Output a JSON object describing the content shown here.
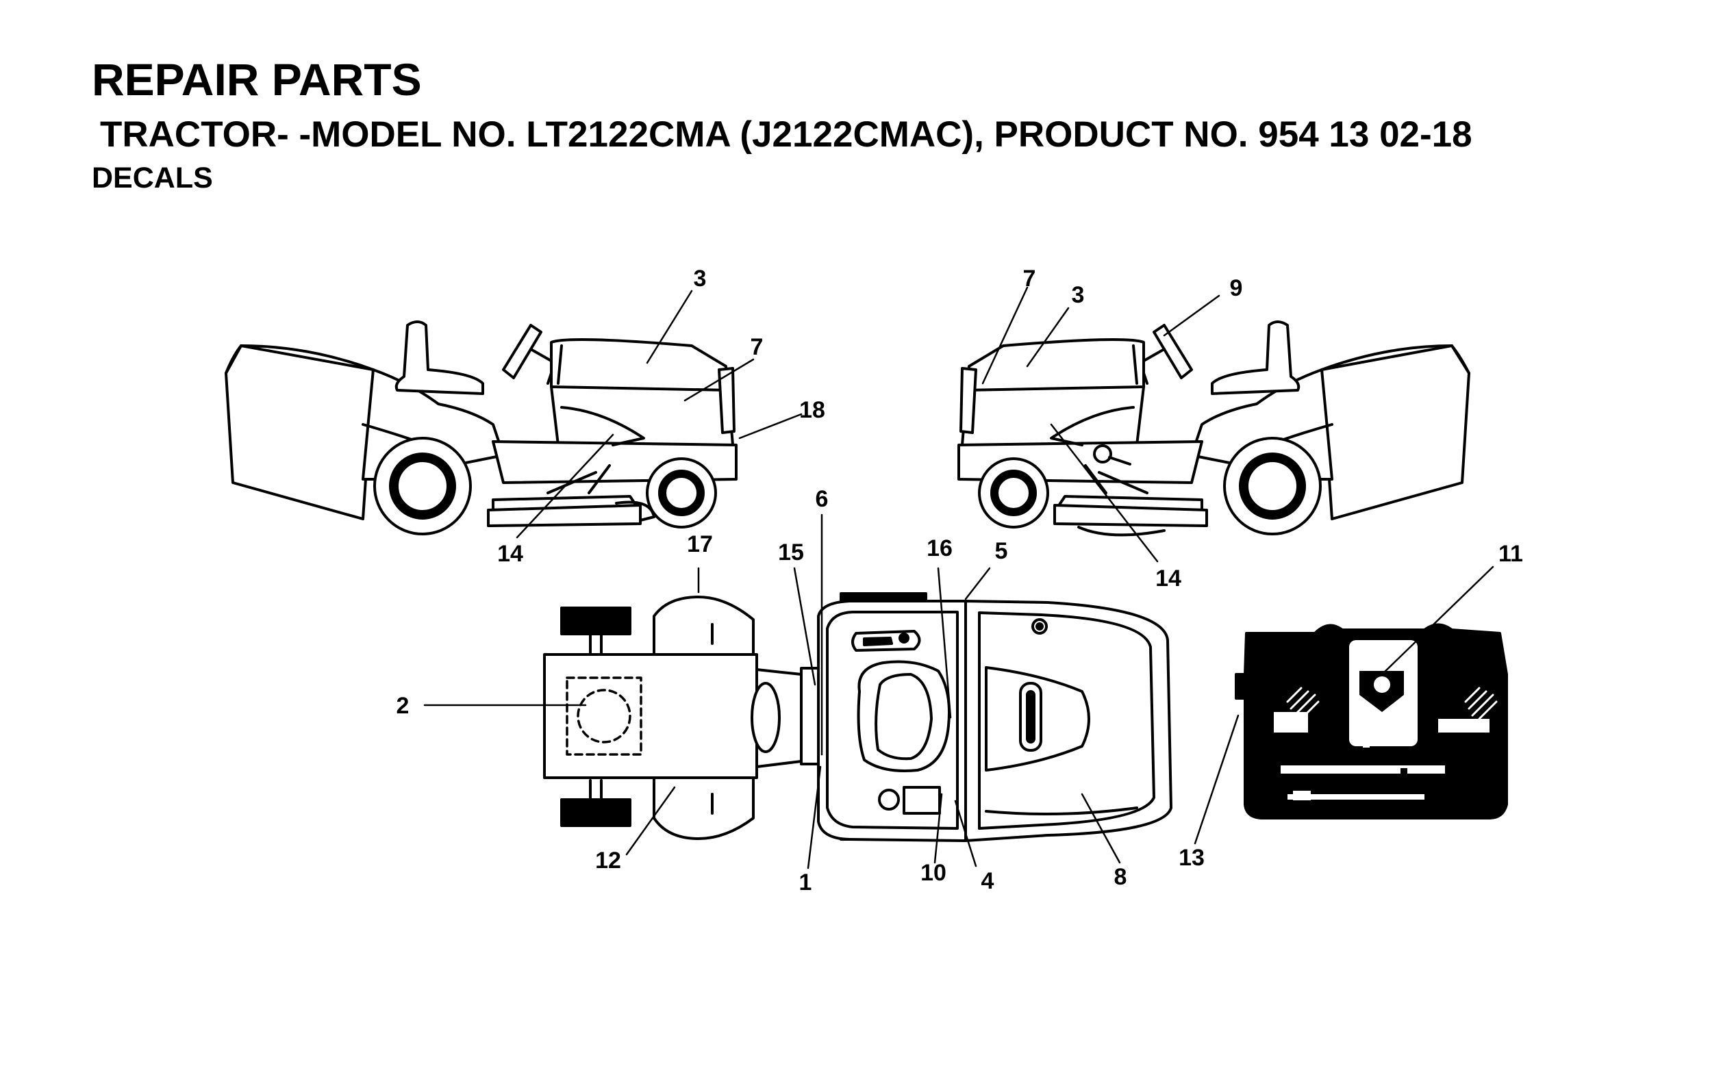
{
  "header": {
    "title": "REPAIR PARTS",
    "subtitle": "TRACTOR- -MODEL NO. LT2122CMA (J2122CMAC), PRODUCT NO. 954 13 02-18",
    "section": "DECALS"
  },
  "callouts": {
    "lt3": "3",
    "lt7": "7",
    "lt18": "18",
    "lt14": "14",
    "rt7": "7",
    "rt3": "3",
    "rt9": "9",
    "rt14": "14",
    "c6": "6",
    "c17": "17",
    "c15": "15",
    "c16": "16",
    "c5": "5",
    "c2": "2",
    "c12": "12",
    "c1": "1",
    "c10": "10",
    "c4": "4",
    "c8": "8",
    "c11": "11",
    "c13": "13"
  }
}
